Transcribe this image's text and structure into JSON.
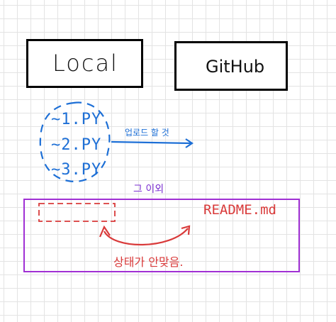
{
  "boxes": {
    "local": {
      "label": "Local"
    },
    "github": {
      "label": "GitHub"
    }
  },
  "files": [
    {
      "label": "~1.PY"
    },
    {
      "label": "~2.PY"
    },
    {
      "label": "~3.PY"
    }
  ],
  "upload_label": "업로드 할 것",
  "other_label": "그 이외",
  "readme_label": "README.md",
  "status_label": "상태가 안맞음.",
  "colors": {
    "blue": "#1d6fd6",
    "red": "#d93a3a",
    "purple": "#a030d4",
    "black": "#000000"
  }
}
